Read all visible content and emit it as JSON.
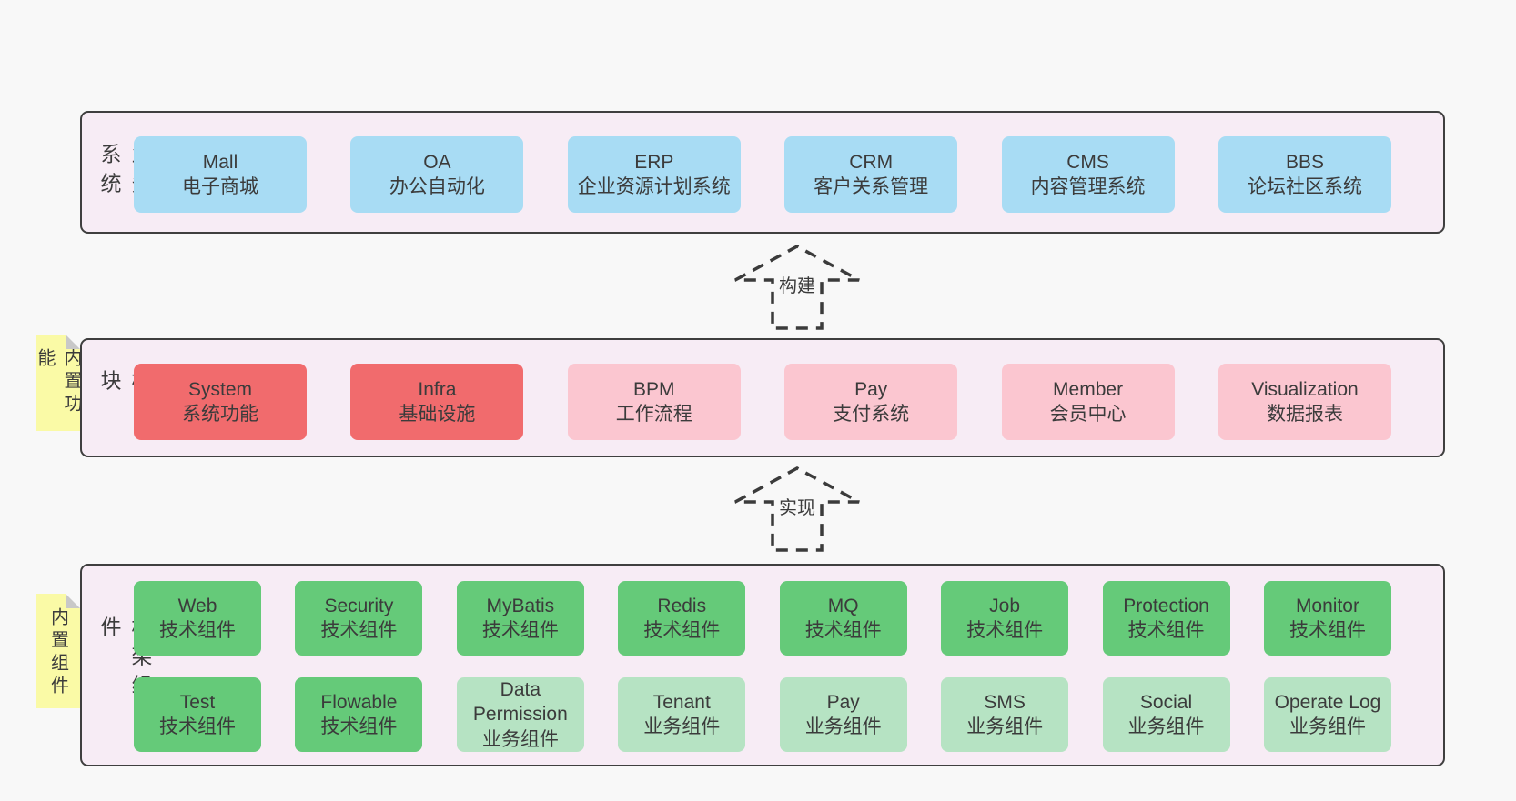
{
  "diagram": {
    "layers": [
      {
        "side_label": "业务系统",
        "boxes": [
          {
            "title": "Mall",
            "subtitle": "电子商城",
            "type": "blue"
          },
          {
            "title": "OA",
            "subtitle": "办公自动化",
            "type": "blue"
          },
          {
            "title": "ERP",
            "subtitle": "企业资源计划系统",
            "type": "blue"
          },
          {
            "title": "CRM",
            "subtitle": "客户关系管理",
            "type": "blue"
          },
          {
            "title": "CMS",
            "subtitle": "内容管理系统",
            "type": "blue"
          },
          {
            "title": "BBS",
            "subtitle": "论坛社区系统",
            "type": "blue"
          }
        ]
      },
      {
        "side_label": "通用模块",
        "note": "内置功能",
        "boxes": [
          {
            "title": "System",
            "subtitle": "系统功能",
            "type": "red"
          },
          {
            "title": "Infra",
            "subtitle": "基础设施",
            "type": "red"
          },
          {
            "title": "BPM",
            "subtitle": "工作流程",
            "type": "pink"
          },
          {
            "title": "Pay",
            "subtitle": "支付系统",
            "type": "pink"
          },
          {
            "title": "Member",
            "subtitle": "会员中心",
            "type": "pink"
          },
          {
            "title": "Visualization",
            "subtitle": "数据报表",
            "type": "pink"
          }
        ]
      },
      {
        "side_label": "框架组件",
        "note": "内置组件",
        "rows": [
          [
            {
              "title": "Web",
              "subtitle": "技术组件",
              "type": "green"
            },
            {
              "title": "Security",
              "subtitle": "技术组件",
              "type": "green"
            },
            {
              "title": "MyBatis",
              "subtitle": "技术组件",
              "type": "green"
            },
            {
              "title": "Redis",
              "subtitle": "技术组件",
              "type": "green"
            },
            {
              "title": "MQ",
              "subtitle": "技术组件",
              "type": "green"
            },
            {
              "title": "Job",
              "subtitle": "技术组件",
              "type": "green"
            },
            {
              "title": "Protection",
              "subtitle": "技术组件",
              "type": "green"
            },
            {
              "title": "Monitor",
              "subtitle": "技术组件",
              "type": "green"
            }
          ],
          [
            {
              "title": "Test",
              "subtitle": "技术组件",
              "type": "green"
            },
            {
              "title": "Flowable",
              "subtitle": "技术组件",
              "type": "green"
            },
            {
              "title": "Data Permission",
              "subtitle": "业务组件",
              "type": "lightgreen"
            },
            {
              "title": "Tenant",
              "subtitle": "业务组件",
              "type": "lightgreen"
            },
            {
              "title": "Pay",
              "subtitle": "业务组件",
              "type": "lightgreen"
            },
            {
              "title": "SMS",
              "subtitle": "业务组件",
              "type": "lightgreen"
            },
            {
              "title": "Social",
              "subtitle": "业务组件",
              "type": "lightgreen"
            },
            {
              "title": "Operate Log",
              "subtitle": "业务组件",
              "type": "lightgreen"
            }
          ]
        ]
      }
    ],
    "arrows": [
      {
        "label": "构建"
      },
      {
        "label": "实现"
      }
    ],
    "colors": {
      "page_bg": "#f8f8f8",
      "container_bg": "#f7ecf5",
      "container_border": "#3f3f3f",
      "text": "#3b3b3b",
      "blue": "#a8dcf4",
      "red": "#f16b6d",
      "pink": "#fbc6d0",
      "green": "#65ca79",
      "lightgreen": "#b6e3c3",
      "note_bg": "#fafaa6",
      "note_fold": "#c8c8c8"
    }
  }
}
